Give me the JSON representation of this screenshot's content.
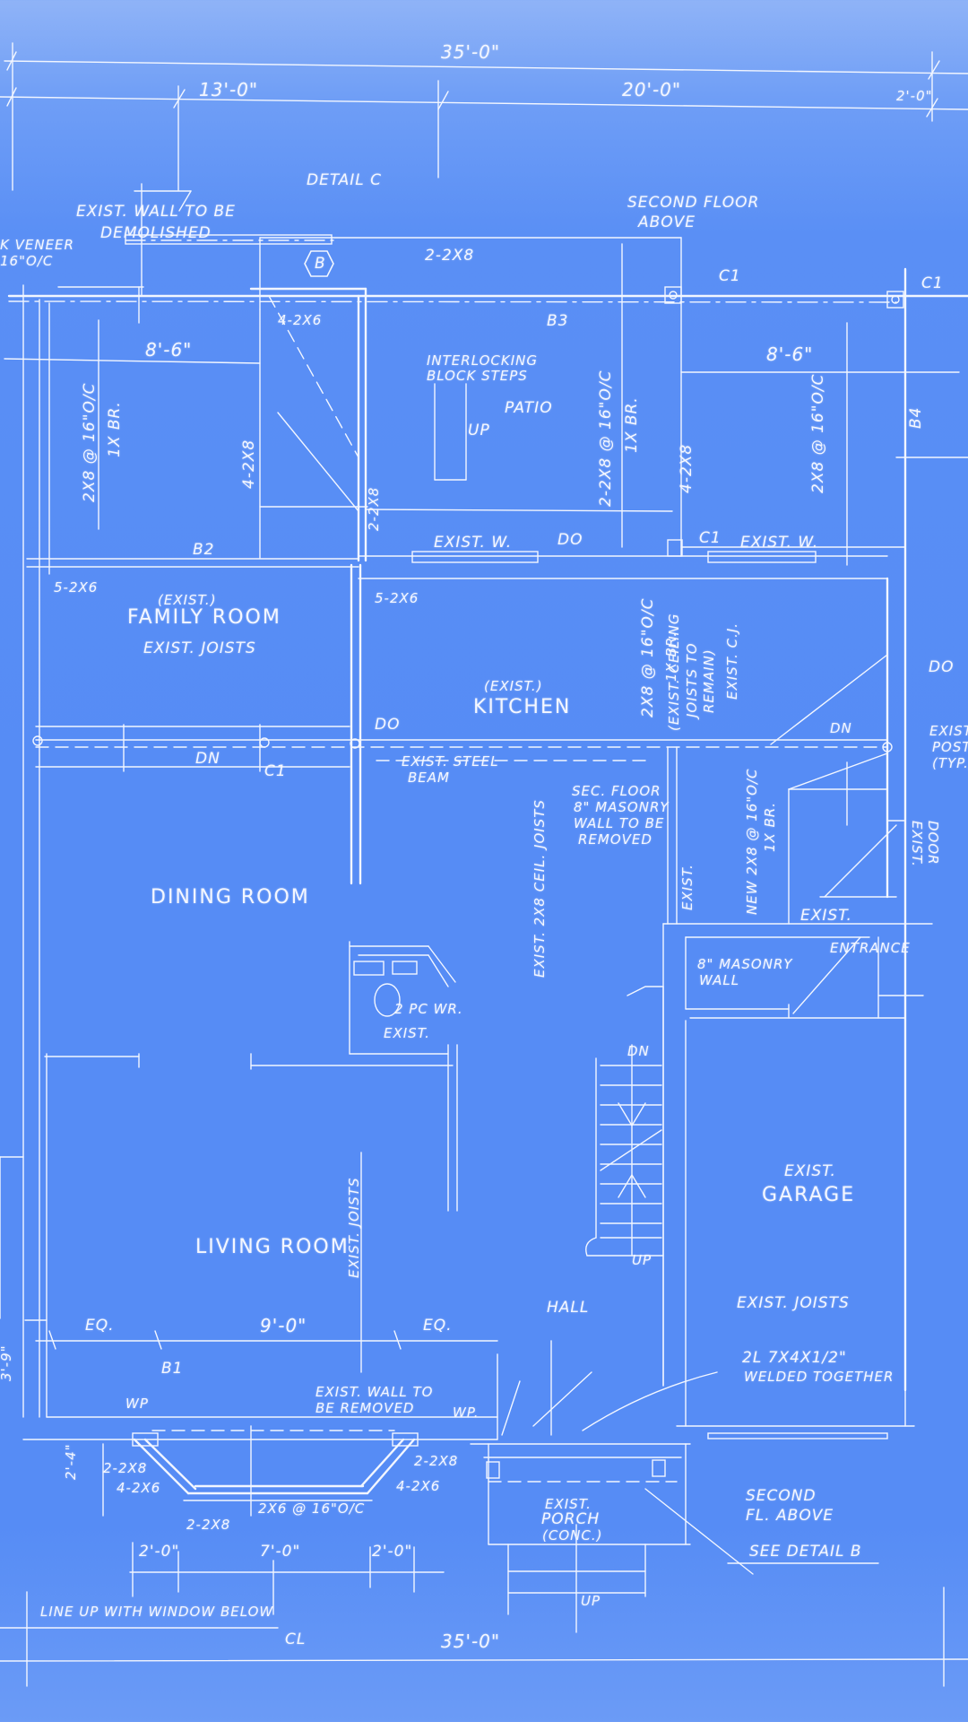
{
  "drawing": {
    "type": "floor-plan-blueprint",
    "colors": {
      "background_top": "#8fb3f7",
      "background_main": "#568cf5",
      "linework": "#f2f6ff"
    },
    "dimensions": {
      "overall_top": "35'-0\"",
      "seg_left": "13'-0\"",
      "seg_mid": "20'-0\"",
      "seg_right": "2'-0\"",
      "overall_bottom": "35'-0\"",
      "family_width": "8'-6\"",
      "right_width": "8'-6\"",
      "living_window": "9'-0\"",
      "living_eq_left": "EQ.",
      "living_eq_right": "EQ.",
      "bay_left": "2'-0\"",
      "bay_mid": "7'-0\"",
      "bay_right": "2'-0\"",
      "left_edge": "3'-9\"",
      "bay_depth": "2'-4\"",
      "centerline": "CL"
    },
    "rooms": {
      "family_prefix": "(EXIST.)",
      "family": "FAMILY ROOM",
      "kitchen_prefix": "(EXIST.)",
      "kitchen": "KITCHEN",
      "dining": "DINING ROOM",
      "living": "LIVING ROOM",
      "hall": "HALL",
      "garage_prefix": "EXIST.",
      "garage": "GARAGE",
      "patio": "PATIO",
      "powder": "2 PC WR.",
      "powder_exist": "EXIST.",
      "porch_1": "EXIST.",
      "porch_2": "PORCH",
      "porch_3": "(CONC.)",
      "entrance": "ENTRANCE"
    },
    "notes": {
      "detail_c": "DETAIL C",
      "wall_demo_1": "EXIST. WALL TO BE",
      "wall_demo_2": "DEMOLISHED",
      "veneer_1": "K VENEER",
      "veneer_2": "16\"O/C",
      "second_floor_1": "SECOND FLOOR",
      "second_floor_2": "ABOVE",
      "beam_2_2x8": "2-2X8",
      "post_c1_a": "C1",
      "post_c1_b": "C1",
      "post_c1_c": "C1",
      "post_c1_d": "C1",
      "beam_b3": "B3",
      "beam_b4": "B4",
      "beam_b2": "B2",
      "beam_b1": "B1",
      "hex_b": "B",
      "cols_4_2x6": "4-2X6",
      "interlock_1": "INTERLOCKING",
      "interlock_2": "BLOCK STEPS",
      "up_patio": "UP",
      "joist_left_1": "2X8 @ 16\"O/C",
      "joist_left_2": "1X BR.",
      "post_4_2x8_left": "4-2X8",
      "post_2_2x8": "2-2X8",
      "joist_mid_1": "2-2X8 @ 16\"O/C",
      "joist_mid_2": "1X BR.",
      "post_4_2x8_right": "4-2X8",
      "joist_right": "2X8 @ 16\"O/C",
      "exist_w_1": "EXIST. W.",
      "exist_w_2": "EXIST. W.",
      "do_1": "DO",
      "do_2": "DO",
      "do_3": "DO",
      "cols_5_2x6_a": "5-2X6",
      "cols_5_2x6_b": "5-2X6",
      "exist_joists_family": "EXIST. JOISTS",
      "dn_family": "DN",
      "steel_beam_1": "EXIST. STEEL",
      "steel_beam_2": "BEAM",
      "kitchen_joist_1": "2X8 @ 16\"O/C",
      "kitchen_joist_2": "1X BR.",
      "ceiling_1": "(EXIST. CEILING",
      "ceiling_2": "JOISTS TO",
      "ceiling_3": "REMAIN)",
      "exist_cj": "EXIST. C.J.",
      "dn_right": "DN",
      "exist_post_1": "EXIST.",
      "exist_post_2": "POST",
      "exist_post_3": "(TYP.)",
      "ceil_joists": "EXIST. 2X8 CEIL. JOISTS",
      "masonry_1": "SEC. FLOOR",
      "masonry_2": "8\" MASONRY",
      "masonry_3": "WALL TO BE",
      "masonry_4": "REMOVED",
      "exist_small": "EXIST.",
      "new_joists_1": "NEW 2X8 @ 16\"O/C",
      "new_joists_2": "1X BR.",
      "exist_door_1": "EXIST.",
      "exist_door_2": "DOOR",
      "exist_entry": "EXIST.",
      "masonry_wall_1": "8\" MASONRY",
      "masonry_wall_2": "WALL",
      "stair_dn": "DN",
      "stair_up": "UP",
      "living_joists": "EXIST. JOISTS",
      "garage_joists": "EXIST. JOISTS",
      "angle_1": "2L 7X4X1/2\"",
      "angle_2": "WELDED TOGETHER",
      "wall_removed_1": "EXIST. WALL TO",
      "wall_removed_2": "BE REMOVED",
      "wp_left": "WP",
      "wp_right": "WP.",
      "bay_2_2x8_l": "2-2X8",
      "bay_4_2x6_l": "4-2X6",
      "bay_2_2x8_r": "2-2X8",
      "bay_4_2x6_r": "4-2X6",
      "bay_joists": "2X6 @ 16\"O/C",
      "bay_2_2x8_b": "2-2X8",
      "second_fl_1": "SECOND",
      "second_fl_2": "FL. ABOVE",
      "see_detail": "SEE DETAIL B",
      "porch_up": "UP",
      "line_up": "LINE UP WITH WINDOW BELOW"
    }
  }
}
